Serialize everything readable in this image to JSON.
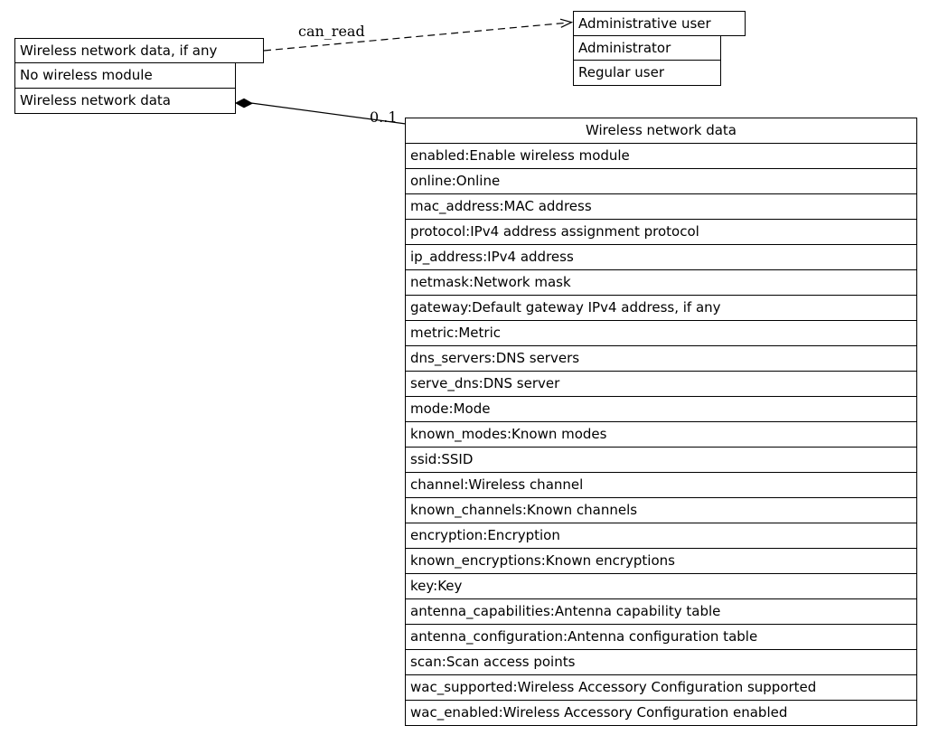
{
  "colors": {
    "background": "#ffffff",
    "line": "#000000",
    "text": "#000000"
  },
  "option_node": {
    "header": "Wireless network data, if any",
    "options": [
      "No wireless module",
      "Wireless network data"
    ]
  },
  "user_node": {
    "header": "Administrative user",
    "options": [
      "Administrator",
      "Regular user"
    ]
  },
  "wireless_class": {
    "title": "Wireless network data",
    "attributes": [
      "enabled:Enable wireless module",
      "online:Online",
      "mac_address:MAC address",
      "protocol:IPv4 address assignment protocol",
      "ip_address:IPv4 address",
      "netmask:Network mask",
      "gateway:Default gateway IPv4 address, if any",
      "metric:Metric",
      "dns_servers:DNS servers",
      "serve_dns:DNS server",
      "mode:Mode",
      "known_modes:Known modes",
      "ssid:SSID",
      "channel:Wireless channel",
      "known_channels:Known channels",
      "encryption:Encryption",
      "known_encryptions:Known encryptions",
      "key:Key",
      "antenna_capabilities:Antenna capability table",
      "antenna_configuration:Antenna configuration table",
      "scan:Scan access points",
      "wac_supported:Wireless Accessory Configuration supported",
      "wac_enabled:Wireless Accessory Configuration enabled"
    ]
  },
  "edges": {
    "can_read_label": "can_read",
    "multiplicity_label": "0..1"
  }
}
